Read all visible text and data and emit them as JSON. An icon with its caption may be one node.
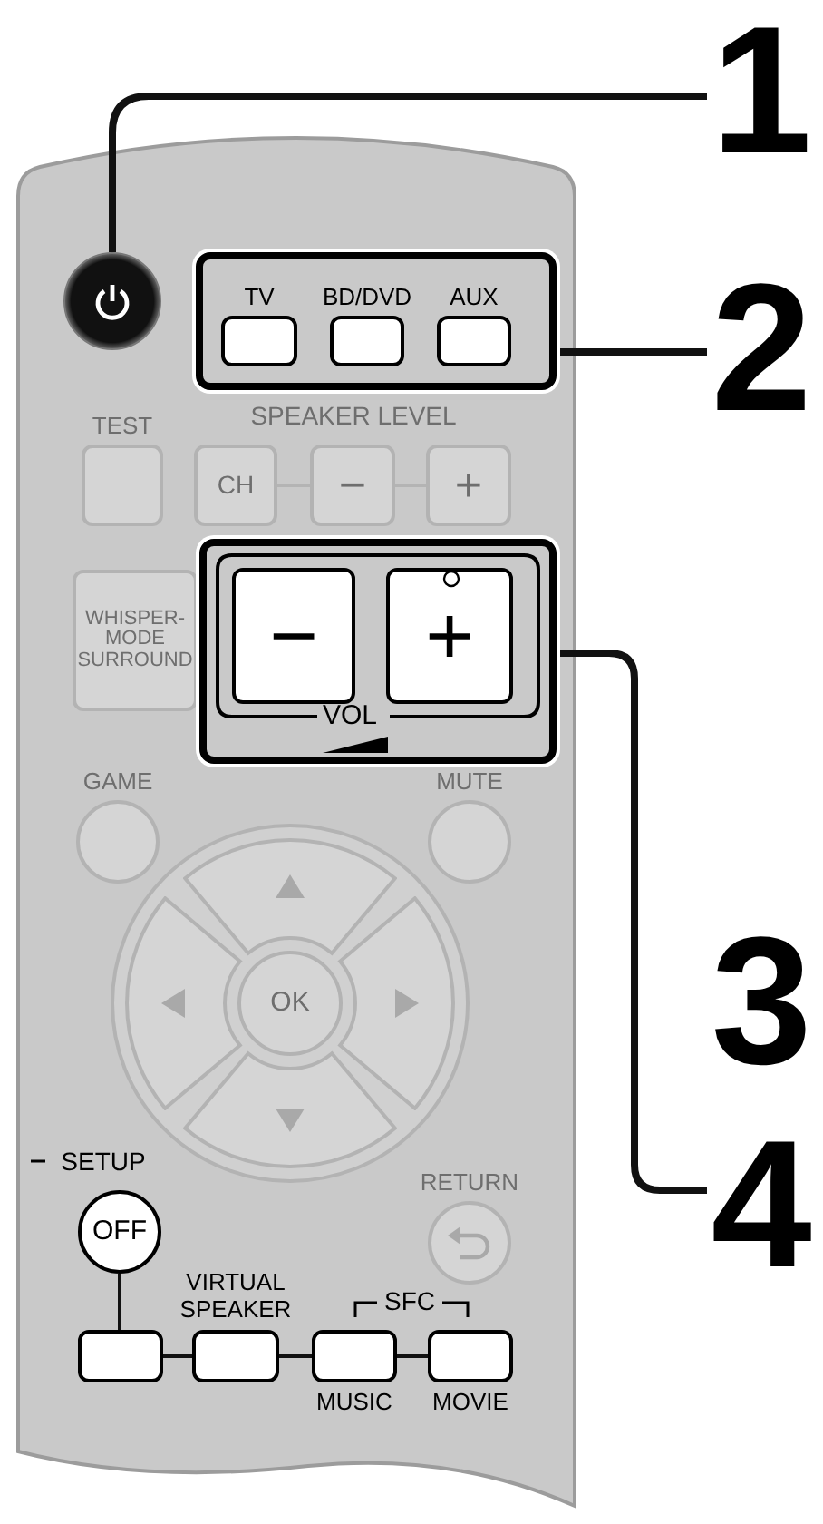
{
  "diagram": {
    "nodes": [
      {
        "text": [
          "1"
        ]
      },
      {
        "text": [],
        "shape": "circle"
      },
      {
        "text": [
          "2"
        ]
      },
      {
        "text": [],
        "shape": "box"
      },
      {
        "text": [
          "TV"
        ],
        "in": 3
      },
      {
        "text": [
          "BD/DVD"
        ],
        "in": 3
      },
      {
        "text": [
          "AUX"
        ],
        "in": 3
      },
      {
        "text": [
          "TEST"
        ]
      },
      {
        "text": [
          "CH"
        ]
      },
      {
        "text": [
          "−"
        ]
      },
      {
        "text": [
          "+"
        ]
      },
      {
        "text": [
          "WHISPER-MODE SURROUND"
        ]
      },
      {
        "text": [
          "VOL"
        ]
      },
      {
        "text": [
          "−"
        ],
        "in": 12
      },
      {
        "text": [
          "+"
        ],
        "in": 12
      },
      {
        "text": [
          "GAME"
        ]
      },
      {
        "text": [
          "MUTE"
        ]
      },
      {
        "text": [],
        "shape": "box"
      },
      {
        "text": [],
        "shape": "box"
      },
      {
        "text": [
          "OK"
        ]
      },
      {
        "text": [],
        "shape": "box"
      },
      {
        "text": [],
        "shape": "box"
      },
      {
        "text": [
          "RETURN"
        ]
      },
      {
        "text": [
          "OFF"
        ]
      },
      {
        "text": [],
        "shape": "box"
      },
      {
        "text": [
          "VIRTUAL SPEAKER"
        ]
      },
      {
        "text": [
          "MUSIC"
        ]
      },
      {
        "text": [
          "MOVIE"
        ]
      },
      {
        "text": [
          "4"
        ]
      }
    ],
    "edges": [
      {
        "from": 0,
        "to": 1,
        "arrow": "none",
        "style": "thick"
      },
      {
        "from": 2,
        "to": 3,
        "arrow": "none",
        "style": "thick"
      },
      {
        "from": 28,
        "to": 12,
        "arrow": "none",
        "style": "thick"
      },
      {
        "from": 8,
        "to": 9,
        "arrow": "none",
        "color": "#b4b4b4"
      },
      {
        "from": 9,
        "to": 10,
        "arrow": "none",
        "color": "#b4b4b4"
      },
      {
        "from": 23,
        "to": 24,
        "arrow": "none"
      },
      {
        "from": 24,
        "to": 25,
        "arrow": "none"
      },
      {
        "from": 25,
        "to": 26,
        "arrow": "none"
      },
      {
        "from": 26,
        "to": 27,
        "arrow": "none"
      }
    ],
    "labels": [
      "SPEAKER LEVEL",
      "3",
      "SETUP",
      "SFC"
    ]
  }
}
